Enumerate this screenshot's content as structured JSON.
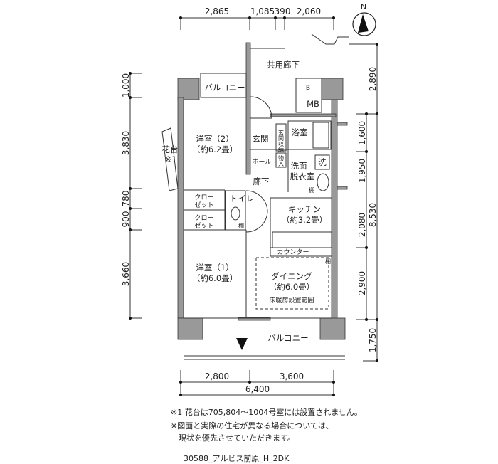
{
  "compass": {
    "label": "N"
  },
  "dimensions": {
    "top": [
      "2,865",
      "1,085",
      "390",
      "2,060"
    ],
    "left": [
      "1,000",
      "3,830",
      "780",
      "900",
      "3,660"
    ],
    "right_inner": [
      "1,600",
      "1,950",
      "2,080",
      "2,900",
      "1,750"
    ],
    "right_outer": [
      "2,890",
      "8,530"
    ],
    "bottom": [
      "2,800",
      "3,600"
    ],
    "bottom_total": "6,400"
  },
  "rooms": {
    "common_corridor": "共用廊下",
    "balcony_top": "バルコニー",
    "mb": "MB",
    "b": "B",
    "western2_name": "洋室（2）",
    "western2_size": "（約6.2畳）",
    "flower_bed": "花台",
    "flower_note": "※1",
    "entrance": "玄関",
    "entrance_storage": "玄関収納",
    "hall": "ホール",
    "storage": "物入",
    "bath": "浴室",
    "washroom1": "洗面",
    "washroom2": "脱衣室",
    "washer": "洗",
    "corridor": "廊下",
    "closet1a": "クロー",
    "closet1b": "ゼット",
    "closet2a": "クロー",
    "closet2b": "ゼット",
    "toilet": "トイレ",
    "shelf1": "棚",
    "shelf2": "棚",
    "shelf3": "棚",
    "kitchen_name": "キッチン",
    "kitchen_size": "（約3.2畳）",
    "counter": "カウンター",
    "western1_name": "洋室（1）",
    "western1_size": "（約6.0畳）",
    "dining_name": "ダイニング",
    "dining_size": "（約6.0畳）",
    "floor_heating": "床暖房設置範囲",
    "balcony_bottom": "バルコニー"
  },
  "notes": [
    "※1  花台は705,804～1004号室には設置されません。",
    "※図面と実際の住宅が異なる場合については、",
    "　現状を優先させていただきます。"
  ],
  "caption": "30588_アルビス前原_H_2DK",
  "colors": {
    "wall": "#999999",
    "line": "#333333"
  }
}
